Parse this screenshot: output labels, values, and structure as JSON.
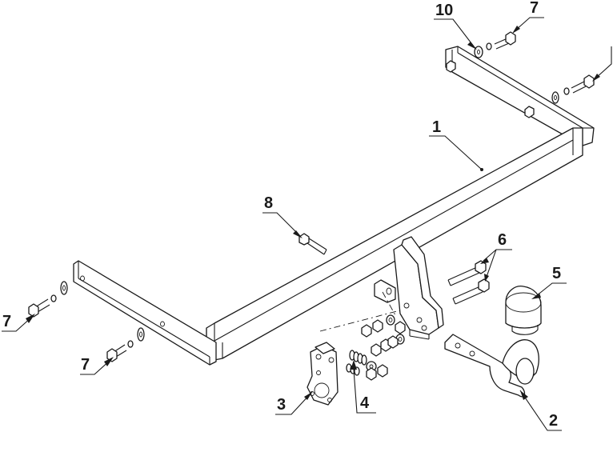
{
  "callouts": [
    {
      "id": "c1",
      "label": "1"
    },
    {
      "id": "c2",
      "label": "2"
    },
    {
      "id": "c3",
      "label": "3"
    },
    {
      "id": "c4",
      "label": "4"
    },
    {
      "id": "c5",
      "label": "5"
    },
    {
      "id": "c6",
      "label": "6"
    },
    {
      "id": "c7a",
      "label": "7"
    },
    {
      "id": "c7b",
      "label": "7"
    },
    {
      "id": "c7c",
      "label": "7"
    },
    {
      "id": "c8",
      "label": "8"
    },
    {
      "id": "c10",
      "label": "10"
    }
  ]
}
